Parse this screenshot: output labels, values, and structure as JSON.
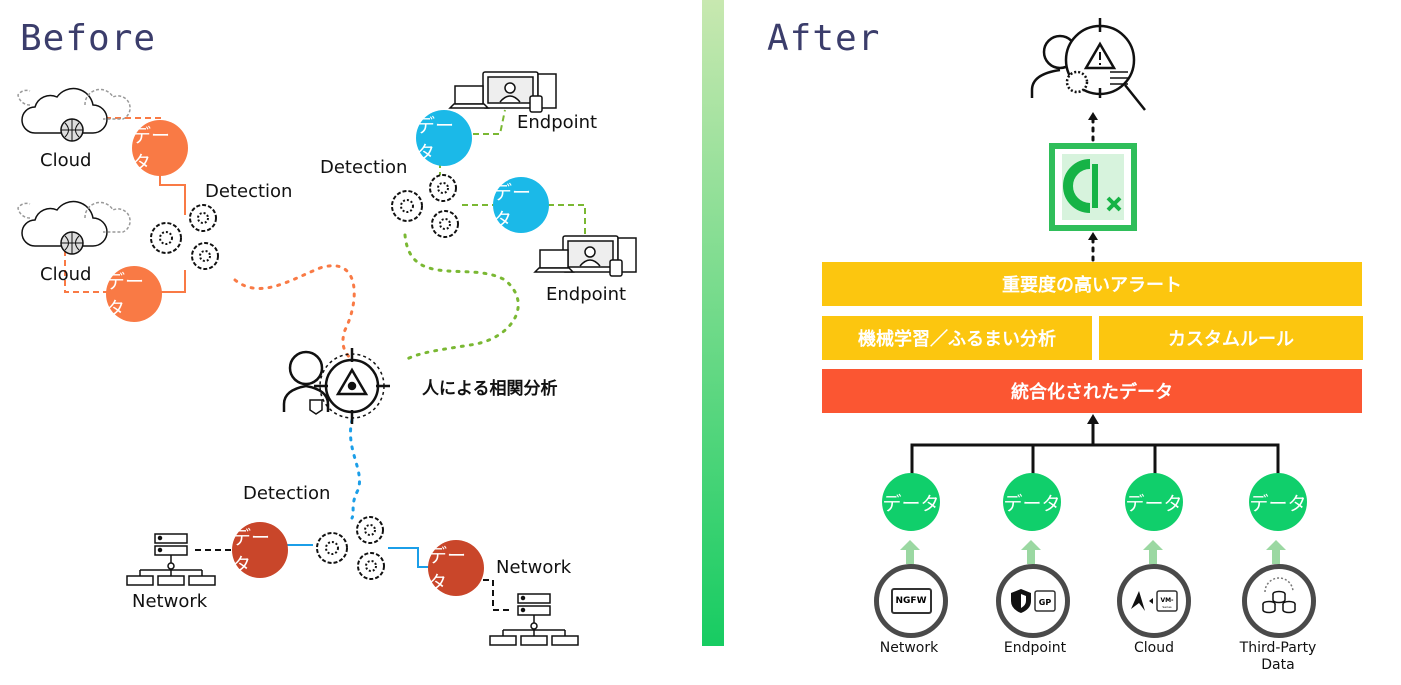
{
  "before": {
    "heading": "Before",
    "data_label": "データ",
    "cloud_label": "Cloud",
    "detection_label": "Detection",
    "endpoint_label": "Endpoint",
    "network_label": "Network",
    "human_analysis_label": "人による相関分析"
  },
  "after": {
    "heading": "After",
    "bar_top": "重要度の高いアラート",
    "bar_ml": "機械学習／ふるまい分析",
    "bar_custom": "カスタムルール",
    "bar_unified": "統合化されたデータ",
    "data_label": "データ",
    "sources": [
      {
        "label": "Network",
        "badge": "NGFW"
      },
      {
        "label": "Endpoint",
        "badge": "GP"
      },
      {
        "label": "Cloud",
        "badge": "VM-Series"
      },
      {
        "label": "Third-Party\nData",
        "badge": ""
      }
    ]
  },
  "colors": {
    "orange": "#f97a45",
    "blue": "#1bb9e8",
    "red": "#c9462a",
    "green": "#10cf6b",
    "yellow": "#fcc60f",
    "redorange": "#fb5632"
  }
}
